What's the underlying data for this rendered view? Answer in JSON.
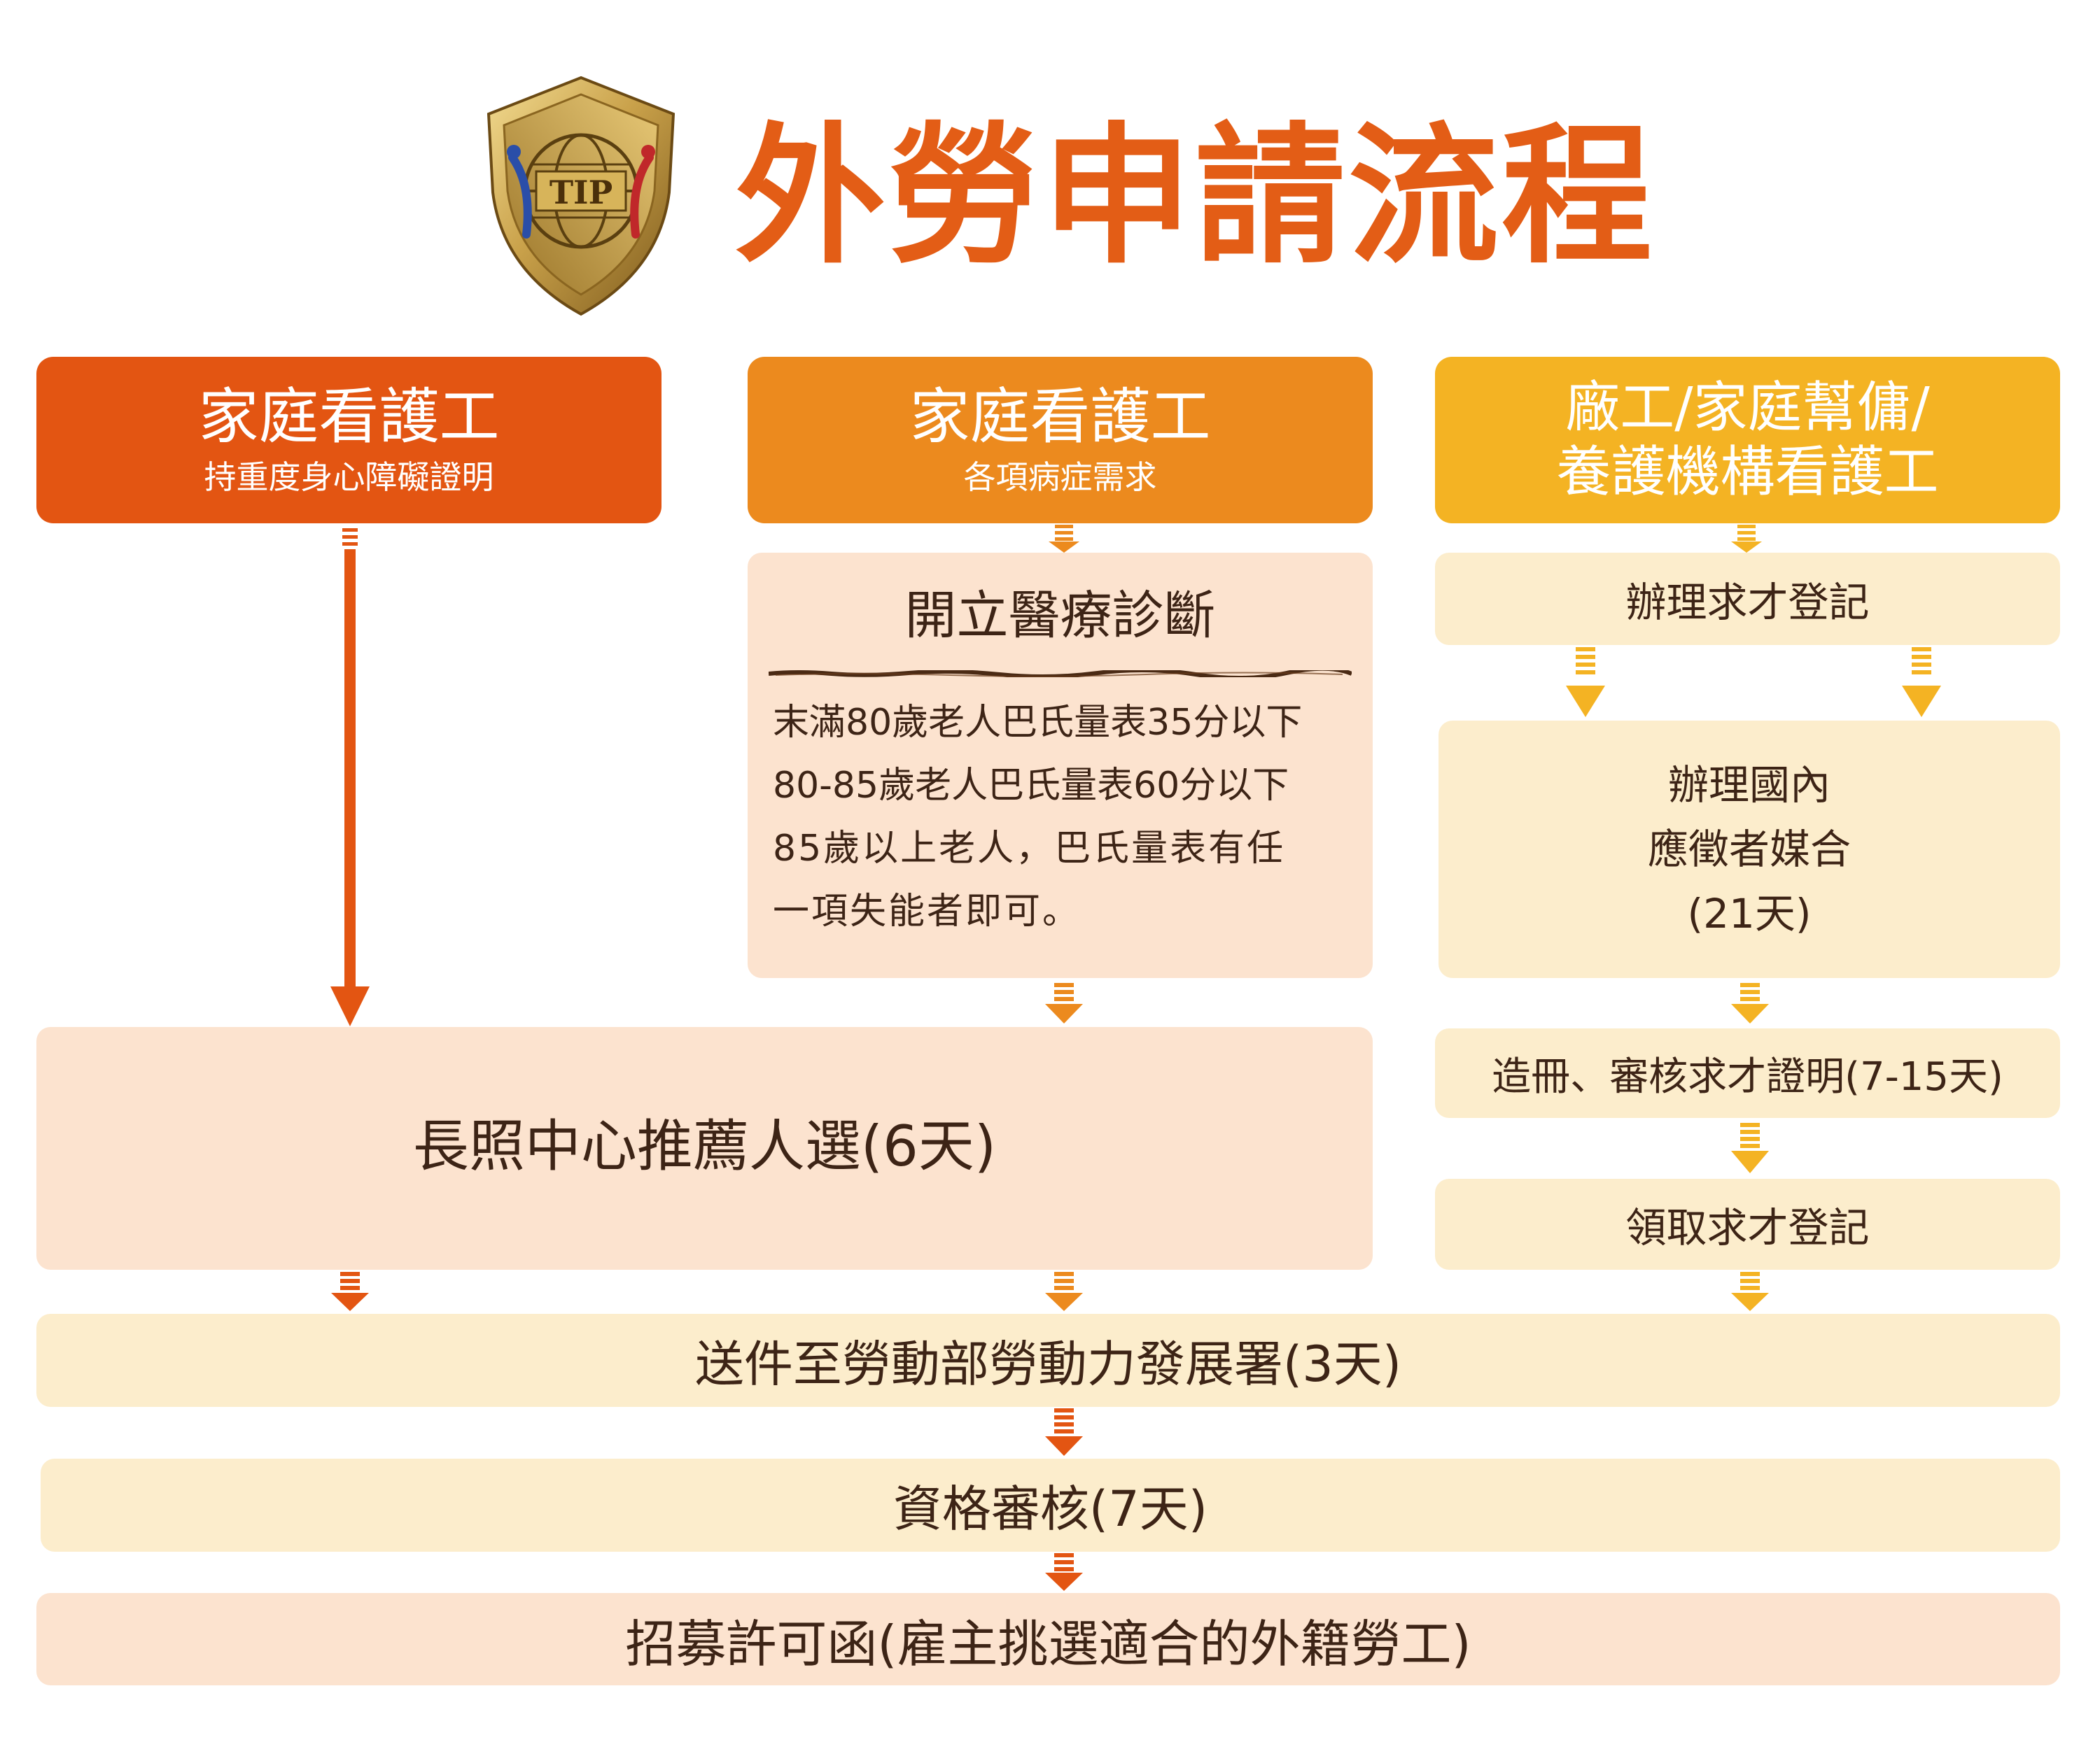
{
  "title": "外勞申請流程",
  "logo": {
    "icon": "tip-shield-logo",
    "text": "TIP"
  },
  "colors": {
    "title": "#e35d16",
    "header_a": "#e35512",
    "header_b": "#ec8a1e",
    "header_c": "#f4b323",
    "box_peach": "#fce3cf",
    "box_cream": "#fcedcc",
    "text_dark": "#3d2416"
  },
  "columns": [
    {
      "title": "家庭看護工",
      "subtitle": "持重度身心障礙證明"
    },
    {
      "title": "家庭看護工",
      "subtitle": "各項病症需求"
    },
    {
      "title_lines": [
        "廠工/家庭幫傭/",
        "養護機構看護工"
      ]
    }
  ],
  "diagnosis": {
    "title": "開立醫療診斷",
    "lines": [
      "末滿80歲老人巴氏量表35分以下",
      "80-85歲老人巴氏量表60分以下",
      "85歲以上老人，巴氏量表有任",
      "一項失能者即可。"
    ]
  },
  "recruit_steps": {
    "register": "辦理求才登記",
    "match_lines": [
      "辦理國內",
      "應徵者媒合",
      "(21天)"
    ],
    "certificate": "造冊、審核求才證明(7-15天)",
    "collect": "領取求才登記"
  },
  "ltc_recommend": "長照中心推薦人選(6天)",
  "submit": "送件至勞動部勞動力發展署(3天)",
  "review": "資格審核(7天)",
  "permit": "招募許可函(雇主挑選適合的外籍勞工)"
}
